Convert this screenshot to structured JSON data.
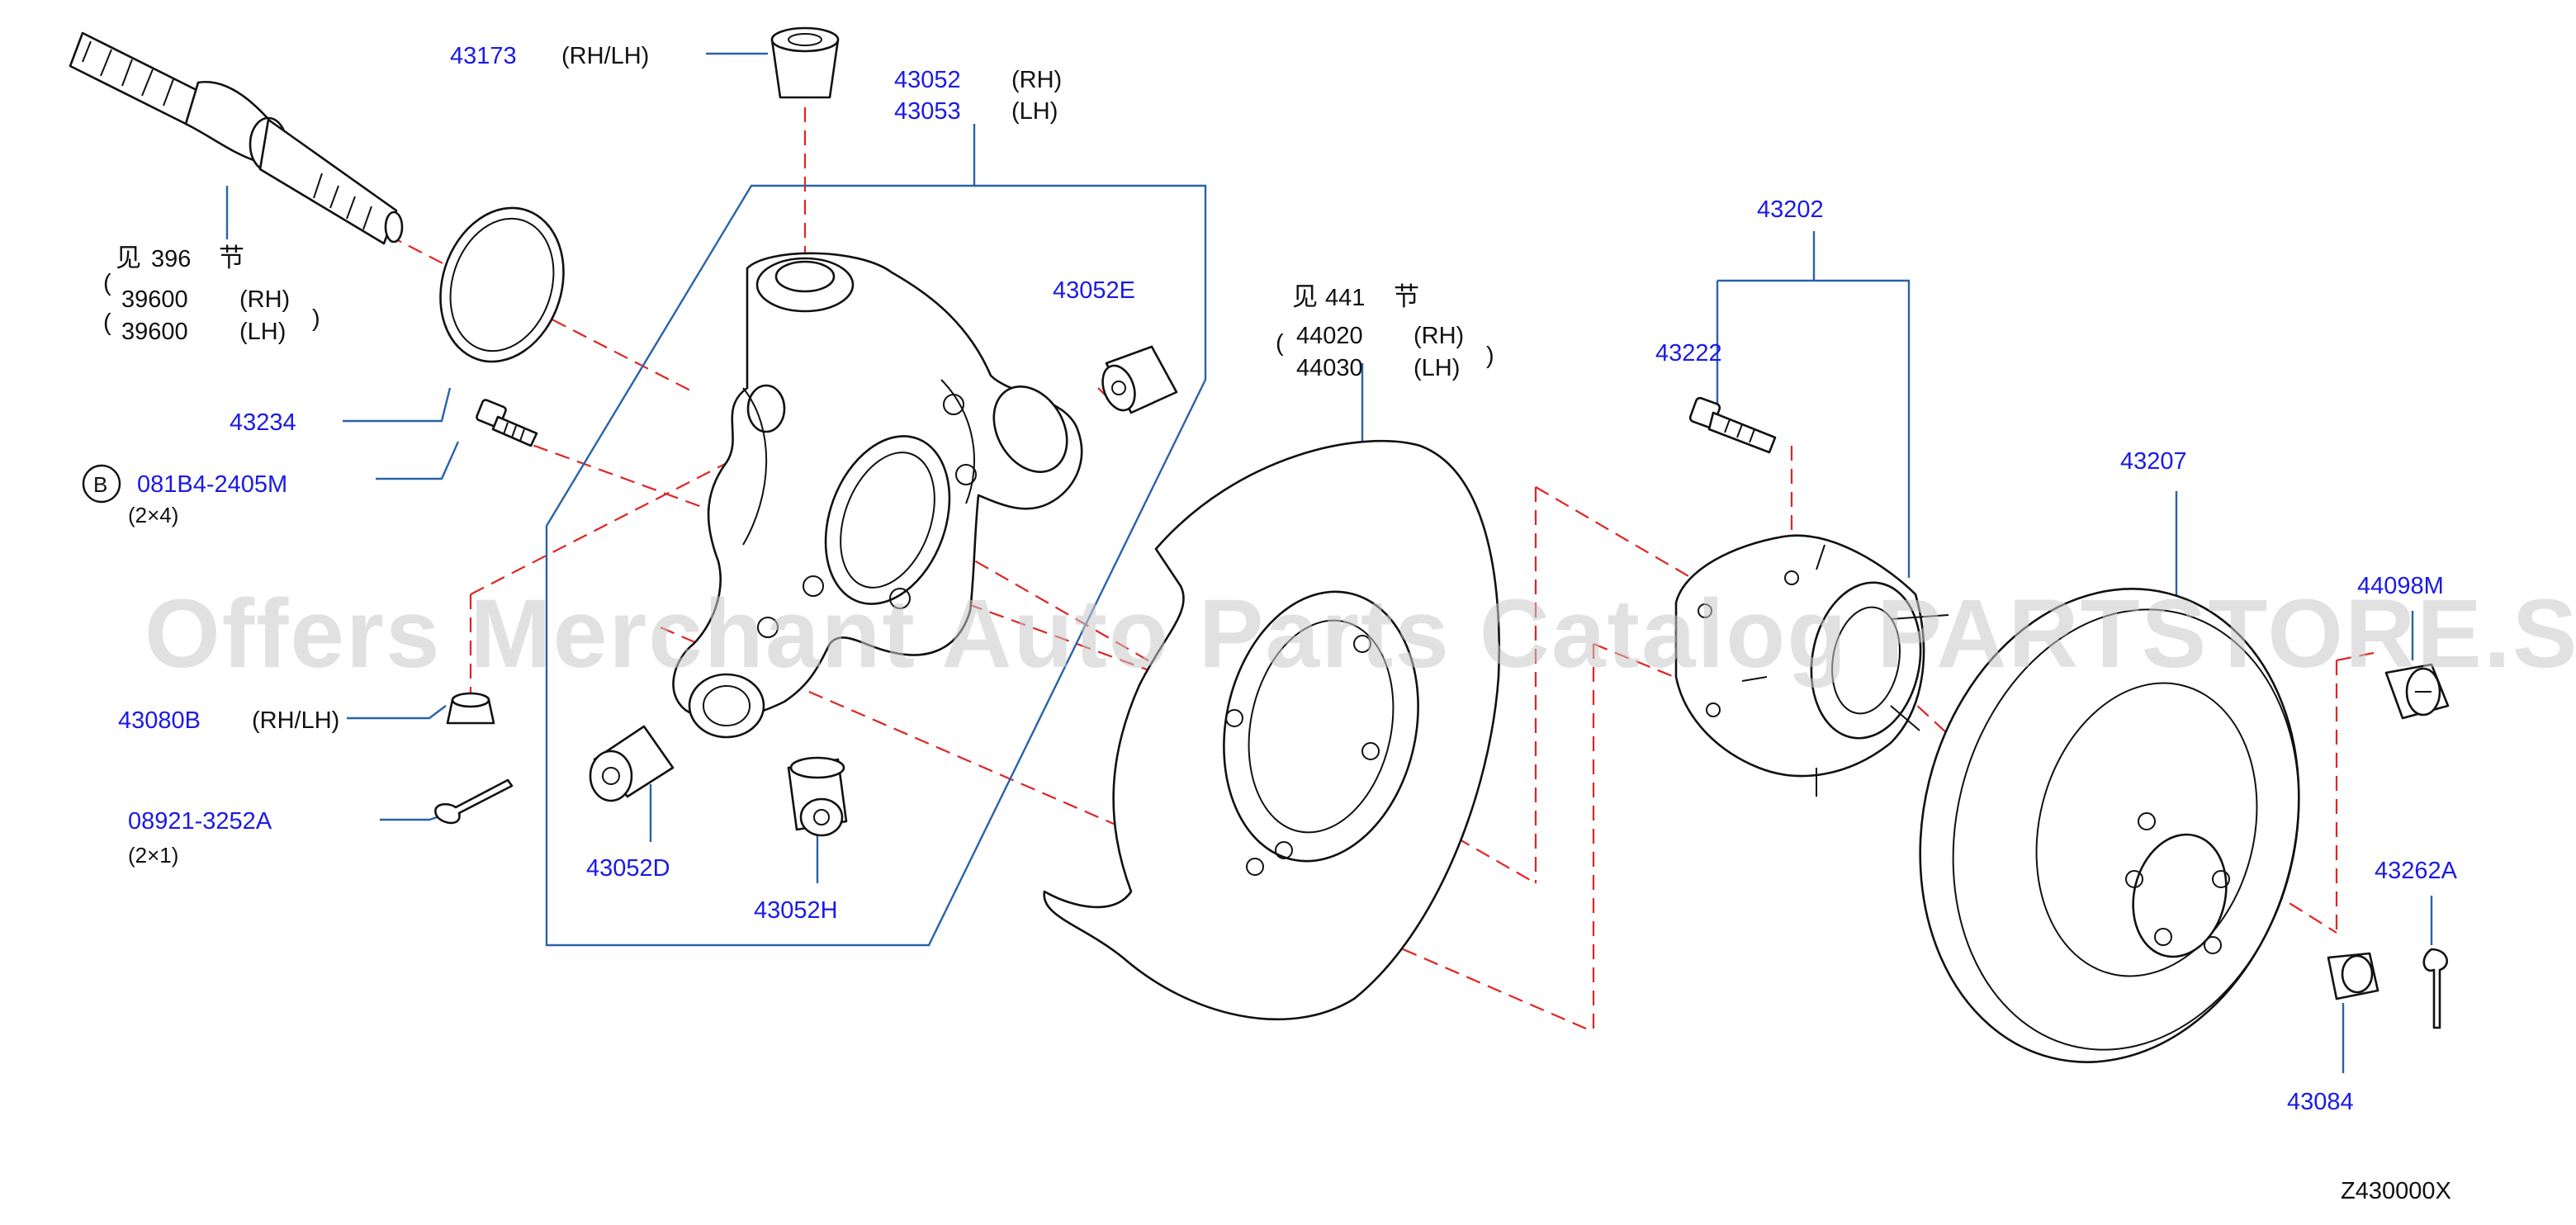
{
  "watermark": "Offers Merchant Auto Parts Catalog PARTSTORE.SA",
  "diagram_code": "Z430000X",
  "callouts": {
    "p43173": "43173",
    "p43173_side": "(RH/LH)",
    "p43052": "43052",
    "p43052_side": "(RH)",
    "p43053": "43053",
    "p43053_side": "(LH)",
    "p43052E": "43052E",
    "p43234": "43234",
    "p081B4": "081B4-2405M",
    "p081B4_qty": "(2×4)",
    "circle_b": "B",
    "p43080B": "43080B",
    "p43080B_side": "(RH/LH)",
    "p08921": "08921-3252A",
    "p08921_qty": "(2×1)",
    "p43052D": "43052D",
    "p43052H": "43052H",
    "p43202": "43202",
    "p43222": "43222",
    "p43207": "43207",
    "p44098M": "44098M",
    "p43262A": "43262A",
    "p43084": "43084"
  },
  "references": {
    "see396": {
      "prefix": "见",
      "section": "396",
      "suffix": "节",
      "parts": [
        "39600",
        "39600"
      ],
      "sides": [
        "(RH)",
        "(LH)"
      ]
    },
    "see441": {
      "prefix": "见",
      "section": "441",
      "suffix": "节",
      "parts": [
        "44020",
        "44030"
      ],
      "sides": [
        "(RH)",
        "(LH)"
      ]
    }
  },
  "colors": {
    "callout": "#1a1ae6",
    "leader": "#2a62a8",
    "centerline": "#e02424",
    "watermark": "#c9c9c9"
  }
}
